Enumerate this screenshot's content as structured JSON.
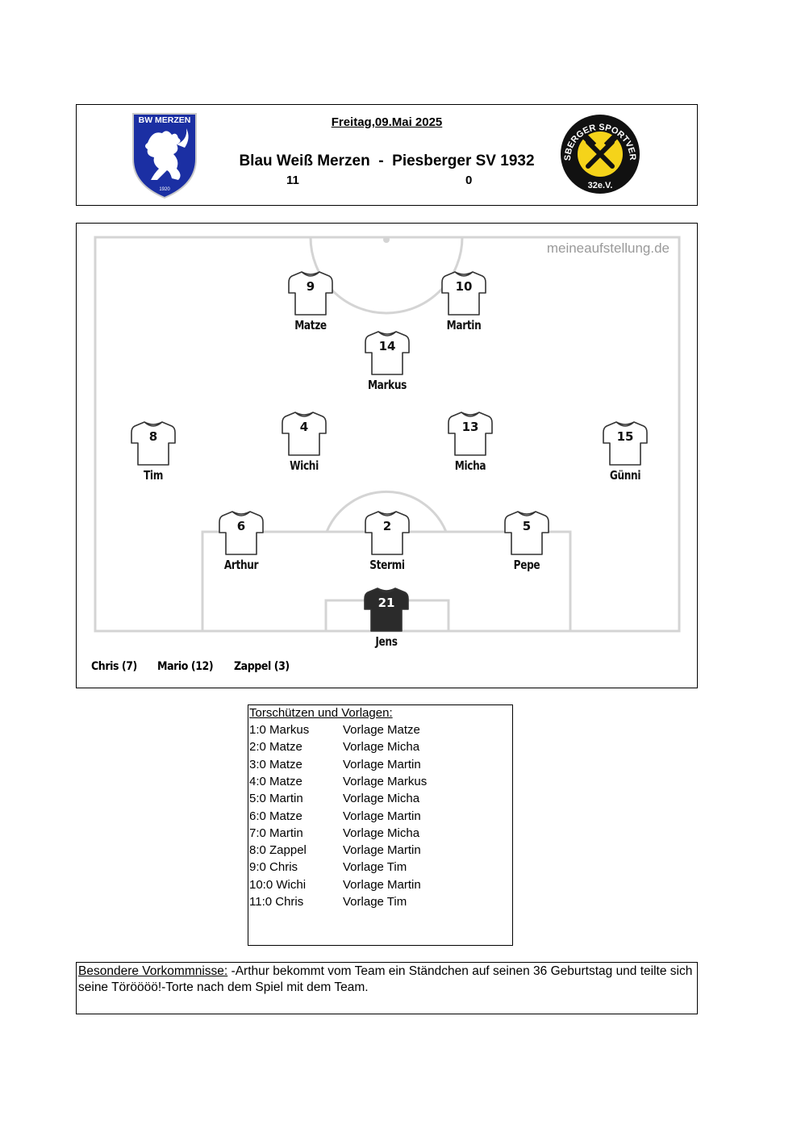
{
  "header": {
    "date": "Freitag,09.Mai 2025",
    "home_team": "Blau Weiß Merzen",
    "separator": "-",
    "away_team": "Piesberger SV 1932",
    "home_score": "11",
    "away_score": "0",
    "home_logo": {
      "top_text": "BW MERZEN",
      "year": "1920",
      "color": "#1b2fa3"
    },
    "away_logo": {
      "ring_text": "PIESBERGER SPORTVEREIN",
      "bottom_text": "32e.V.",
      "color": "#f5d31a"
    }
  },
  "lineup": {
    "watermark": "meineaufstellung.de",
    "players": [
      {
        "number": "9",
        "name": "Matze",
        "keeper": false
      },
      {
        "number": "10",
        "name": "Martin",
        "keeper": false
      },
      {
        "number": "14",
        "name": "Markus",
        "keeper": false
      },
      {
        "number": "8",
        "name": "Tim",
        "keeper": false
      },
      {
        "number": "4",
        "name": "Wichi",
        "keeper": false
      },
      {
        "number": "13",
        "name": "Micha",
        "keeper": false
      },
      {
        "number": "15",
        "name": "Günni",
        "keeper": false
      },
      {
        "number": "6",
        "name": "Arthur",
        "keeper": false
      },
      {
        "number": "2",
        "name": "Stermi",
        "keeper": false
      },
      {
        "number": "5",
        "name": "Pepe",
        "keeper": false
      },
      {
        "number": "21",
        "name": "Jens",
        "keeper": true
      }
    ],
    "substitutes": [
      "Chris (7)",
      "Mario (12)",
      "Zappel (3)"
    ]
  },
  "goals": {
    "title": "Torschützen und Vorlagen:",
    "rows": [
      {
        "score": "1:0 Markus",
        "assist": "Vorlage Matze"
      },
      {
        "score": "2:0 Matze",
        "assist": "Vorlage Micha"
      },
      {
        "score": "3:0 Matze",
        "assist": "Vorlage Martin"
      },
      {
        "score": "4:0 Matze",
        "assist": "Vorlage Markus"
      },
      {
        "score": "5:0 Martin",
        "assist": "Vorlage Micha"
      },
      {
        "score": "6:0 Matze",
        "assist": "Vorlage Martin"
      },
      {
        "score": "7:0 Martin",
        "assist": "Vorlage Micha"
      },
      {
        "score": "8:0 Zappel",
        "assist": "Vorlage Martin"
      },
      {
        "score": "9:0 Chris",
        "assist": "Vorlage Tim"
      },
      {
        "score": "10:0 Wichi",
        "assist": "Vorlage Martin"
      },
      {
        "score": "11:0 Chris",
        "assist": "Vorlage Tim"
      }
    ]
  },
  "notes": {
    "label": "Besondere Vorkommnisse:",
    "text": " -Arthur bekommt vom Team ein Ständchen auf seinen 36 Geburtstag und teilte sich seine Töröööö!-Torte nach dem Spiel mit dem Team."
  }
}
